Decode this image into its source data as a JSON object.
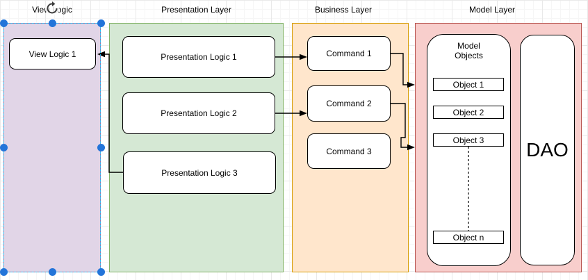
{
  "diagram": {
    "tool_hint": "diagram-editor-canvas",
    "selection": {
      "selected_shape": "View Logic",
      "border_color": "#33bdf2",
      "handle_color": "#2374d9"
    },
    "containers": [
      {
        "title": "View Logic",
        "fill": "#E1D5E7",
        "border": "#9673A6",
        "selected": true,
        "children": [
          {
            "label": "View Logic 1"
          }
        ]
      },
      {
        "title": "Presentation Layer",
        "fill": "#D5E8D4",
        "border": "#82B366",
        "selected": false,
        "children": [
          {
            "label": "Presentation Logic 1"
          },
          {
            "label": "Presentation Logic 2"
          },
          {
            "label": "Presentation Logic 3"
          }
        ]
      },
      {
        "title": "Business Layer",
        "fill": "#FFE6CC",
        "border": "#D79B00",
        "selected": false,
        "children": [
          {
            "label": "Command 1"
          },
          {
            "label": "Command 2"
          },
          {
            "label": "Command 3"
          }
        ]
      },
      {
        "title": "Model Layer",
        "fill": "#F8CECC",
        "border": "#B85450",
        "selected": false,
        "children": [
          {
            "label": "Model\nObjects",
            "items": [
              {
                "label": "Object 1"
              },
              {
                "label": "Object 2"
              },
              {
                "label": "Object 3"
              },
              {
                "label": "Object n"
              }
            ]
          },
          {
            "label": "DAO"
          }
        ]
      }
    ],
    "connections": [
      {
        "from": "Presentation Logic 3",
        "to": "View Logic 1",
        "style": "solid-arrow"
      },
      {
        "from": "Presentation Logic 1",
        "to": "Command 1",
        "style": "solid-arrow"
      },
      {
        "from": "Presentation Logic 2",
        "to": "Command 2",
        "style": "solid-arrow"
      },
      {
        "from": "Command 1",
        "to": "Model Layer",
        "style": "solid-arrow"
      },
      {
        "from": "Command 2",
        "to": "Model Layer",
        "style": "solid-arrow"
      },
      {
        "from": "Object 3",
        "to": "Object n",
        "style": "dashed"
      }
    ]
  }
}
